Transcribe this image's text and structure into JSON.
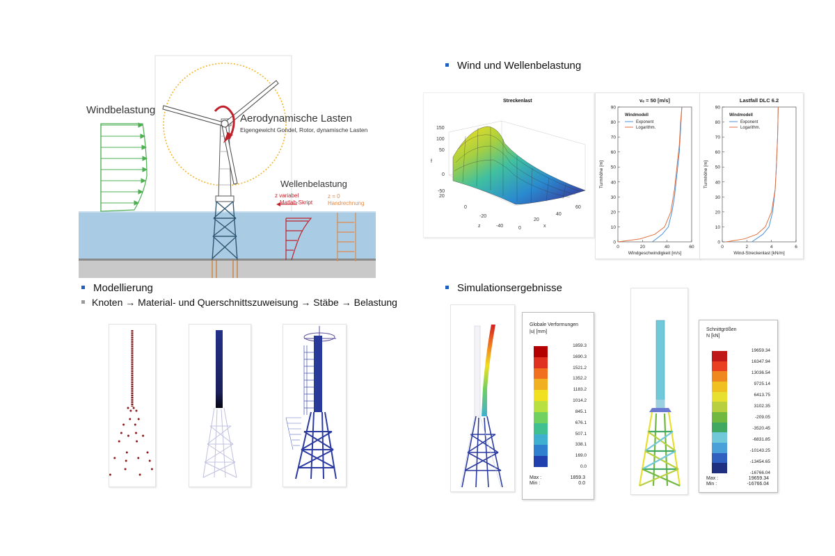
{
  "turbine": {
    "wind_label": "Windbelastung",
    "aero_title": "Aerodynamische Lasten",
    "aero_sub": "Eigengewicht Gondel, Rotor, dynamische Lasten",
    "wave_label": "Wellenbelastung",
    "z_var_1": "z  variabel",
    "z_var_2": "Matlab-Skript",
    "z_0_1": "z = 0",
    "z_0_2": "Handrechnung"
  },
  "sections": {
    "wind_wave": "Wind und Wellenbelastung",
    "modelling": "Modellierung",
    "modelling_sub": "Knoten → Material- und Querschnittszuweisung → Stäbe → Belastung",
    "simulation": "Simulationsergebnisse"
  },
  "chart_data": [
    {
      "type": "surface",
      "title": "Streckenlast",
      "zlabel": "f",
      "xlabel": "x",
      "ylabel": "z",
      "x_ticks": [
        "0",
        "20",
        "40",
        "60"
      ],
      "y_ticks": [
        "20",
        "0",
        "-20",
        "-40"
      ],
      "f_ticks": [
        "150",
        "100",
        "50",
        "0",
        "-50"
      ],
      "colormap": "parula"
    },
    {
      "type": "line",
      "title": "vₑ = 50 [m/s]",
      "xlabel": "Windgeschwindigkeit [m/s]",
      "ylabel": "Turmhöhe [m]",
      "xlim": [
        0,
        60
      ],
      "ylim": [
        0,
        90
      ],
      "x_ticks": [
        "0",
        "20",
        "40",
        "60"
      ],
      "y_ticks": [
        "0",
        "10",
        "20",
        "30",
        "40",
        "50",
        "60",
        "70",
        "80",
        "90"
      ],
      "legend_title": "Windmodell",
      "series": [
        {
          "name": "Exponent",
          "color": "#4a90d9",
          "points": [
            [
              28,
              0
            ],
            [
              36,
              5
            ],
            [
              41,
              10
            ],
            [
              44,
              20
            ],
            [
              46,
              30
            ],
            [
              48,
              45
            ],
            [
              50,
              60
            ],
            [
              51,
              75
            ],
            [
              52,
              90
            ]
          ]
        },
        {
          "name": "Logarithm.",
          "color": "#e07040",
          "points": [
            [
              0,
              0
            ],
            [
              18,
              2
            ],
            [
              30,
              5
            ],
            [
              38,
              10
            ],
            [
              43,
              20
            ],
            [
              46,
              35
            ],
            [
              48,
              50
            ],
            [
              50,
              65
            ],
            [
              51,
              80
            ],
            [
              52,
              90
            ]
          ]
        }
      ]
    },
    {
      "type": "line",
      "title": "Lastfall DLC 6.2",
      "xlabel": "Wind-Streckenlast [kN/m]",
      "ylabel": "Turmhöhe [m]",
      "xlim": [
        0,
        6
      ],
      "ylim": [
        0,
        90
      ],
      "x_ticks": [
        "0",
        "2",
        "4",
        "6"
      ],
      "y_ticks": [
        "0",
        "10",
        "20",
        "30",
        "40",
        "50",
        "60",
        "70",
        "80",
        "90"
      ],
      "legend_title": "Windmodell",
      "series": [
        {
          "name": "Exponent",
          "color": "#4a90d9",
          "points": [
            [
              2.4,
              0
            ],
            [
              3.3,
              5
            ],
            [
              3.8,
              10
            ],
            [
              4.1,
              20
            ],
            [
              4.3,
              35
            ],
            [
              4.4,
              50
            ],
            [
              4.5,
              70
            ],
            [
              4.55,
              90
            ]
          ]
        },
        {
          "name": "Logarithm.",
          "color": "#e07040",
          "points": [
            [
              0.3,
              0
            ],
            [
              1.8,
              2
            ],
            [
              2.8,
              5
            ],
            [
              3.5,
              10
            ],
            [
              4.0,
              20
            ],
            [
              4.3,
              35
            ],
            [
              4.4,
              50
            ],
            [
              4.5,
              70
            ],
            [
              4.55,
              90
            ]
          ]
        }
      ]
    },
    {
      "type": "colorbar",
      "title_1": "Globale Verformungen",
      "title_2": "|u| [mm]",
      "levels": [
        "1859.3",
        "1690.3",
        "1521.2",
        "1352.2",
        "1183.2",
        "1014.2",
        "845.1",
        "676.1",
        "507.1",
        "338.1",
        "169.0",
        "0.0"
      ],
      "colors": [
        "#b40000",
        "#e03020",
        "#f07020",
        "#f0b020",
        "#f0e020",
        "#b8e040",
        "#70d060",
        "#40c090",
        "#40b0d0",
        "#3080d0",
        "#2040b0"
      ],
      "max_label": "Max :",
      "min_label": "Min :",
      "max_value": "1859.3",
      "min_value": "0.0"
    },
    {
      "type": "colorbar",
      "title_1": "Schnittgrößen",
      "title_2": "N [kN]",
      "levels": [
        "19659.34",
        "16347.94",
        "13036.54",
        "9725.14",
        "6413.75",
        "3102.35",
        "-209.05",
        "-3520.45",
        "-6831.85",
        "-10143.25",
        "-13454.65",
        "-16766.04"
      ],
      "colors": [
        "#c01818",
        "#e84020",
        "#f08820",
        "#f0c020",
        "#e8e030",
        "#b8d040",
        "#70b840",
        "#40a860",
        "#70c8d8",
        "#4aa0d8",
        "#3060c0",
        "#203080"
      ],
      "max_label": "Max :",
      "min_label": "Min :",
      "max_value": "19659.34",
      "min_value": "-16766.04"
    }
  ]
}
